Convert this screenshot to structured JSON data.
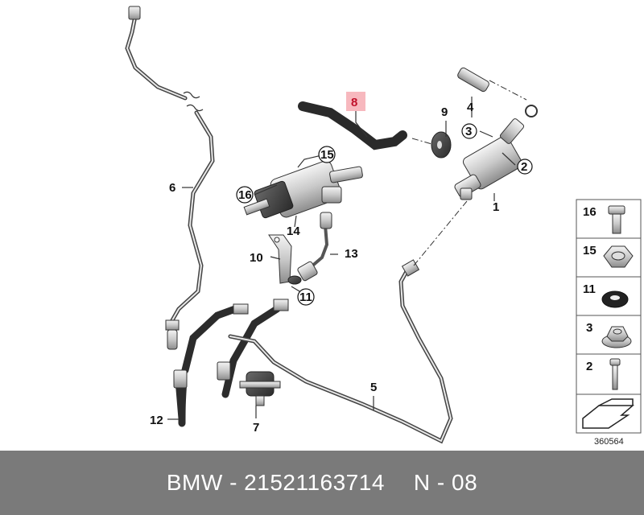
{
  "callouts": {
    "c1": "1",
    "c2": "2",
    "c3": "3",
    "c4": "4",
    "c5": "5",
    "c6": "6",
    "c7": "7",
    "c8": "8",
    "c9": "9",
    "c10": "10",
    "c11": "11",
    "c12": "12",
    "c13": "13",
    "c14": "14",
    "c15": "15",
    "c16": "16"
  },
  "highlight_color": "#c0102a",
  "legend": [
    {
      "num": "16",
      "icon": "bolt-icon"
    },
    {
      "num": "15",
      "icon": "hex-cap-nut-icon"
    },
    {
      "num": "11",
      "icon": "grommet-icon"
    },
    {
      "num": "3",
      "icon": "flange-nut-icon"
    },
    {
      "num": "2",
      "icon": "screw-icon"
    },
    {
      "num": "",
      "icon": "shim-arrow-icon"
    }
  ],
  "ref_code": "360564",
  "footer": {
    "brand": "BMW - 21521163714",
    "position": "N - 08"
  }
}
